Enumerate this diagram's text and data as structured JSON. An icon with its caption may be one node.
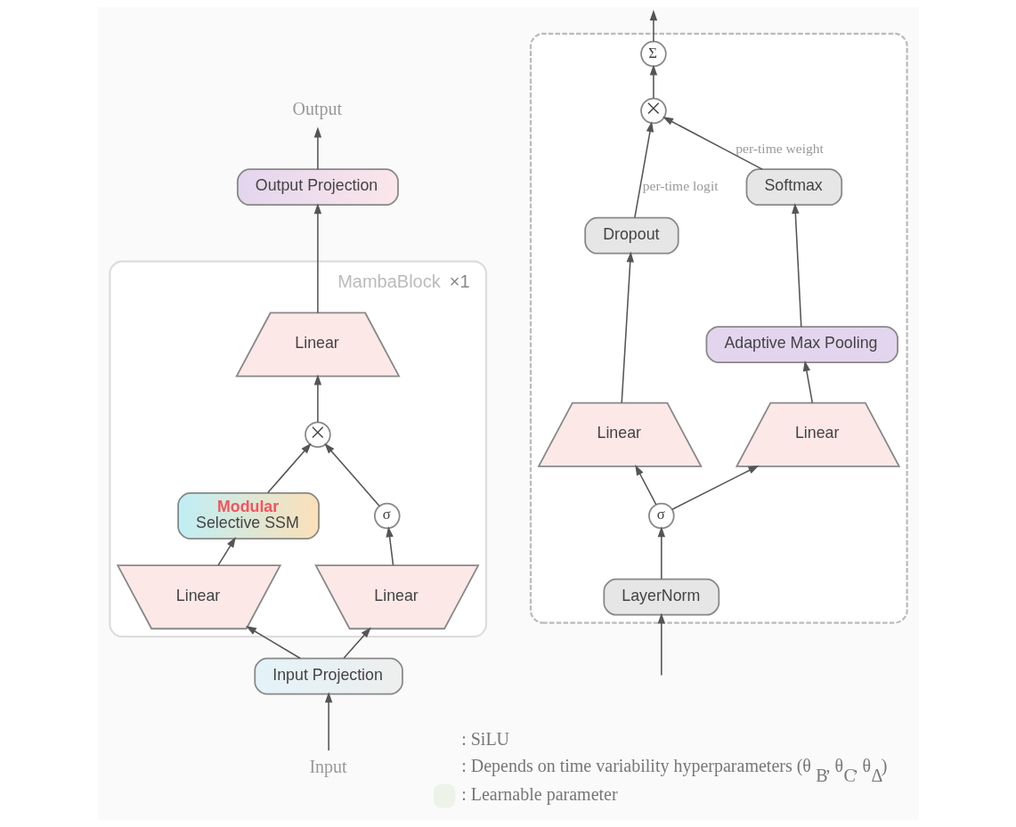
{
  "diagram": {
    "nodes": [
      {
        "text": [
          "Input"
        ]
      },
      {
        "text": [
          "Input Projection"
        ]
      },
      {
        "text": [
          "MambaBlock"
        ],
        "beside": [
          "×1"
        ]
      },
      {
        "text": [
          "Linear"
        ],
        "in": 2
      },
      {
        "text": [
          "Linear"
        ],
        "in": 2
      },
      {
        "text": [
          "Modular",
          "Selective SSM"
        ],
        "in": 2
      },
      {
        "text": [
          "σ"
        ],
        "in": 2
      },
      {
        "text": [
          "⨉"
        ],
        "in": 2
      },
      {
        "text": [
          "Linear"
        ],
        "in": 2
      },
      {
        "text": [
          "Output Projection"
        ]
      },
      {
        "text": [
          "Output"
        ]
      },
      {
        "text": [],
        "shape": "box"
      },
      {
        "text": [
          "LayerNorm"
        ],
        "in": 11
      },
      {
        "text": [
          "σ"
        ],
        "in": 11
      },
      {
        "text": [
          "Linear"
        ],
        "in": 11
      },
      {
        "text": [
          "Linear"
        ],
        "in": 11
      },
      {
        "text": [
          "Dropout"
        ],
        "in": 11
      },
      {
        "text": [
          "Adaptive Max Pooling"
        ],
        "in": 11
      },
      {
        "text": [
          "Softmax"
        ],
        "in": 11
      },
      {
        "text": [
          "⨉"
        ],
        "in": 11
      },
      {
        "text": [
          "Σ"
        ],
        "in": 11
      }
    ],
    "edges": [
      {
        "from": 0,
        "to": 1,
        "arrow": "to"
      },
      {
        "from": 1,
        "to": 3,
        "arrow": "to"
      },
      {
        "from": 1,
        "to": 4,
        "arrow": "to"
      },
      {
        "from": 3,
        "to": 5,
        "arrow": "to"
      },
      {
        "from": 4,
        "to": 6,
        "arrow": "to"
      },
      {
        "from": 5,
        "to": 7,
        "arrow": "to"
      },
      {
        "from": 6,
        "to": 7,
        "arrow": "to"
      },
      {
        "from": 7,
        "to": 8,
        "arrow": "to"
      },
      {
        "from": 8,
        "to": 9,
        "arrow": "to"
      },
      {
        "from": 9,
        "to": 10,
        "arrow": "to"
      },
      {
        "from": null,
        "to": 12,
        "arrow": "to"
      },
      {
        "from": 12,
        "to": 13,
        "arrow": "to"
      },
      {
        "from": 13,
        "to": 14,
        "arrow": "to"
      },
      {
        "from": 13,
        "to": 15,
        "arrow": "to"
      },
      {
        "from": 14,
        "to": 16,
        "arrow": "to"
      },
      {
        "from": 15,
        "to": 17,
        "arrow": "to"
      },
      {
        "from": 17,
        "to": 18,
        "arrow": "to"
      },
      {
        "from": 16,
        "to": 19,
        "arrow": "to",
        "label": "per-time logit"
      },
      {
        "from": 18,
        "to": 19,
        "arrow": "to",
        "label": "per-time weight"
      },
      {
        "from": 19,
        "to": 20,
        "arrow": "to"
      },
      {
        "from": 20,
        "to": null,
        "arrow": "to"
      }
    ],
    "legend": [
      {
        "text": ": SiLU"
      },
      {
        "text": ": Depends on time variability hyperparameters (θ$_{B}$, θ$_{C}$, θ$_{Δ}$)"
      },
      {
        "text": ": Learnable parameter",
        "color": "#eef3ea"
      }
    ]
  }
}
